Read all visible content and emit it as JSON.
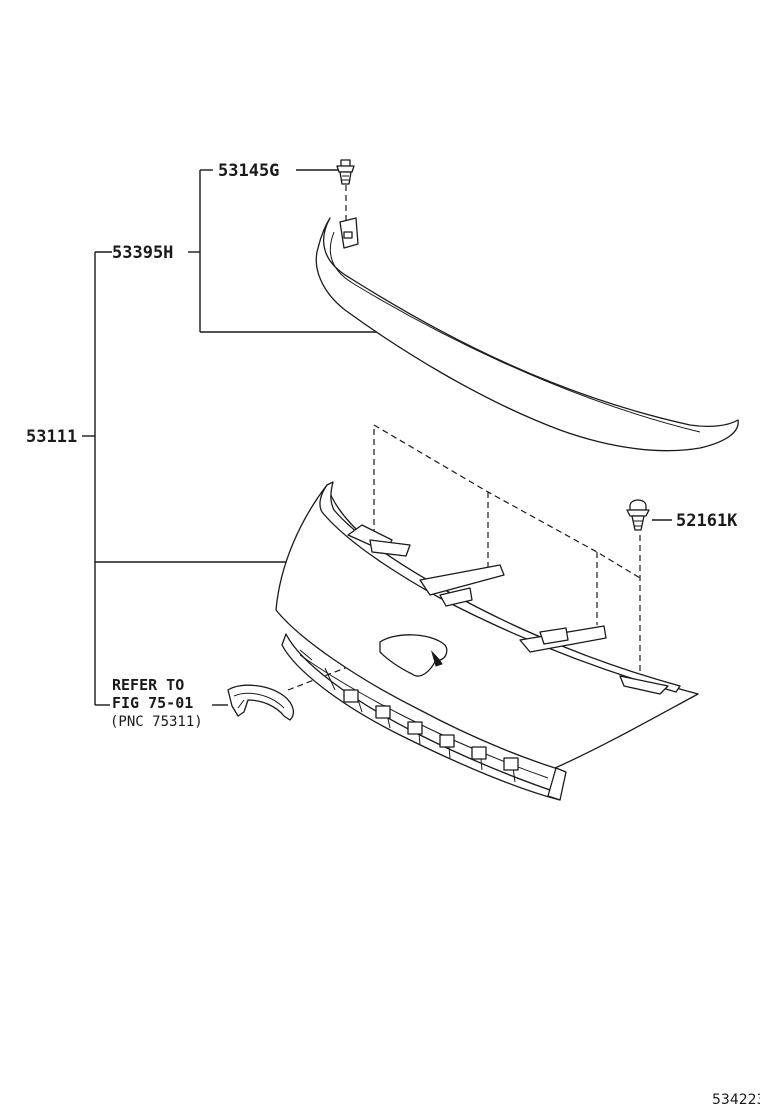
{
  "labels": {
    "moulding_clip": "53145G",
    "moulding": "53395H",
    "grille_assembly": "53111",
    "grille_clip": "52161K"
  },
  "reference_note": {
    "line1": "REFER TO",
    "line2": "FIG 75-01",
    "line3": "(PNC 75311)"
  },
  "figure_number": "534223"
}
